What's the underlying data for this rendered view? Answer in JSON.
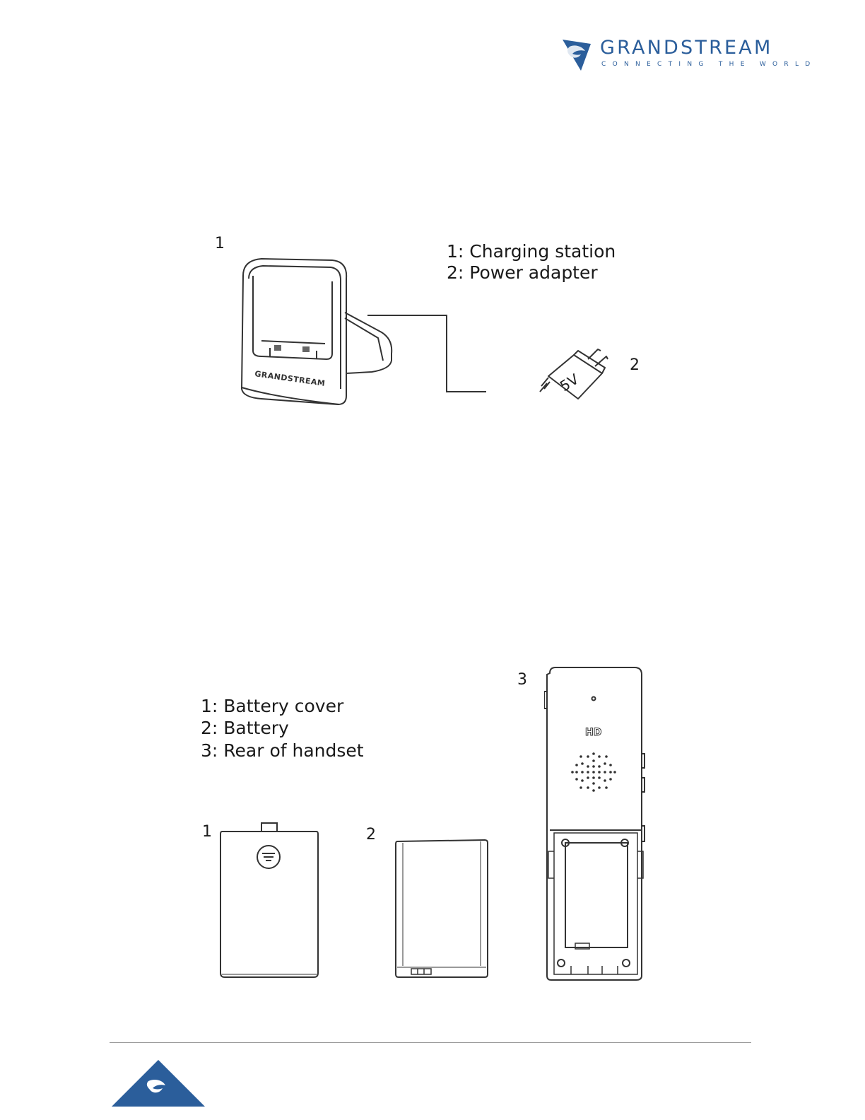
{
  "header": {
    "brand_name": "GRANDSTREAM",
    "brand_tagline": "CONNECTING THE WORLD"
  },
  "figure1": {
    "station_number": "1",
    "adapter_number": "2",
    "legend": [
      "1: Charging station",
      "2: Power adapter"
    ],
    "station_brand_text": "GRANDSTREAM",
    "adapter_voltage": "5V"
  },
  "figure2": {
    "handset_number": "3",
    "cover_number": "1",
    "battery_number": "2",
    "legend": [
      "1: Battery cover",
      "2: Battery",
      "3: Rear of handset"
    ],
    "handset_badge": "HD"
  },
  "colors": {
    "brand_blue": "#2b5e9b",
    "line_art": "#333333"
  }
}
